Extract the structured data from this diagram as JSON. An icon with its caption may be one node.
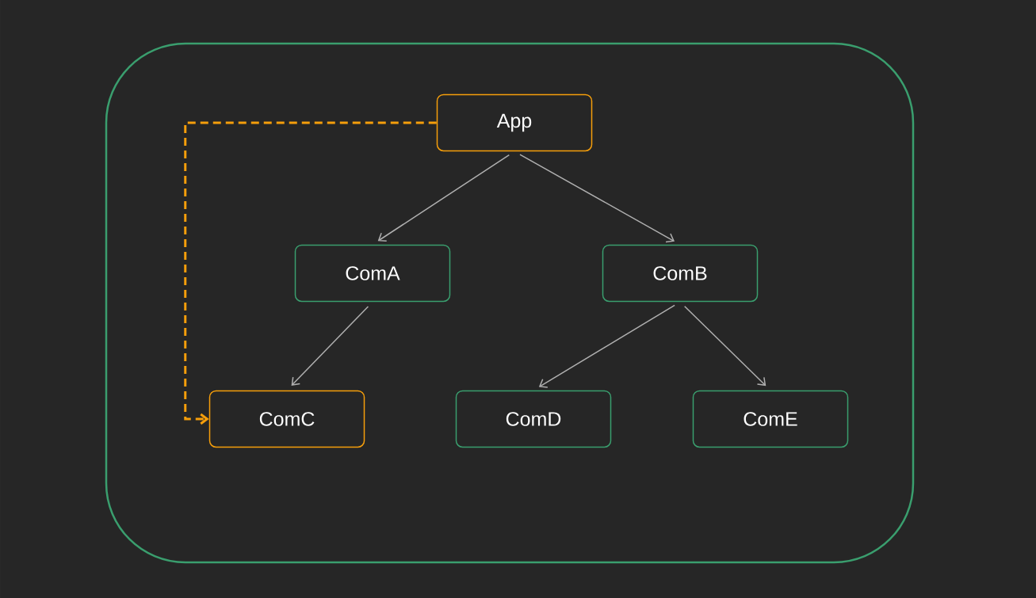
{
  "diagram": {
    "nodes": [
      {
        "text": [],
        "shape": "box"
      },
      {
        "text": [
          "App"
        ],
        "in": 0
      },
      {
        "text": [
          "ComA"
        ],
        "in": 0
      },
      {
        "text": [
          "ComB"
        ],
        "in": 0
      },
      {
        "text": [
          "ComC"
        ],
        "in": 0
      },
      {
        "text": [
          "ComD"
        ],
        "in": 0
      },
      {
        "text": [
          "ComE"
        ],
        "in": 0
      }
    ],
    "edges": [
      {
        "from": 1,
        "to": 2,
        "arrow": "to"
      },
      {
        "from": 1,
        "to": 3,
        "arrow": "to"
      },
      {
        "from": 2,
        "to": 4,
        "arrow": "to"
      },
      {
        "from": 3,
        "to": 5,
        "arrow": "to"
      },
      {
        "from": 3,
        "to": 6,
        "arrow": "to"
      },
      {
        "from": 1,
        "to": 4,
        "arrow": "to",
        "style": "dashed",
        "color": "#f59e0b"
      }
    ]
  }
}
